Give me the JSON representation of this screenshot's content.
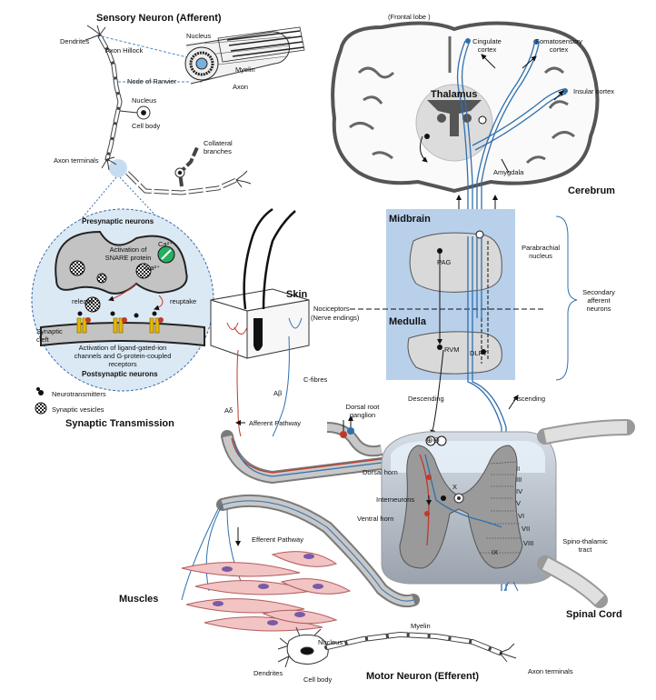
{
  "titles": {
    "sensory_neuron": "Sensory Neuron (Afferent)",
    "synaptic_transmission": "Synaptic Transmission",
    "presynaptic": "Presynaptic neurons",
    "postsynaptic": "Postsynaptic neurons",
    "skin": "Skin",
    "thalamus": "Thalamus",
    "cerebrum": "Cerebrum",
    "midbrain": "Midbrain",
    "medulla": "Medulla",
    "muscles": "Muscles",
    "spinal_cord": "Spinal Cord",
    "motor_neuron": "Motor Neuron (Efferent)"
  },
  "sensory_labels": {
    "dendrites": "Dendrites",
    "axon_hillock": "Axon Hillock",
    "nucleus_top": "Nucleus",
    "myelin": "Myelin",
    "axon": "Axon",
    "node_of_ranvier": "Node of Ranvier",
    "nucleus": "Nucleus",
    "cell_body": "Cell body",
    "collateral_1": "Collateral",
    "collateral_2": "branches",
    "axon_terminals": "Axon terminals"
  },
  "synapse_labels": {
    "activation_snare_1": "Activation of",
    "activation_snare_2": "SNARE protein",
    "ca1": "Ca²⁺",
    "ca2": "Ca²⁺",
    "release": "release",
    "reuptake": "reuptake",
    "synaptic_cleft_1": "Synaptic",
    "synaptic_cleft_2": "cleft",
    "receptor_1": "Activation of ligand-gated-ion",
    "receptor_2": "channels and G-protein-coupled",
    "receptor_3": "receptors"
  },
  "legend": {
    "neurotransmitters": "Neurotransmitters",
    "synaptic_vesicles": "Synaptic vesicles"
  },
  "brain_labels": {
    "frontal_lobe": "(Frontal lobe )",
    "cingulate_1": "Cingulate",
    "cingulate_2": "cortex",
    "somatosensory_1": "Somatosensory",
    "somatosensory_2": "cortex",
    "insular": "Insular cortex",
    "amygdala": "Amygdala"
  },
  "brainstem_labels": {
    "pag": "PAG",
    "parabrachial_1": "Parabrachial",
    "parabrachial_2": "nucleus",
    "secondary_1": "Secondary",
    "secondary_2": "afferent",
    "secondary_3": "neurons",
    "rvm": "RVM",
    "dlpt": "DLPT",
    "descending": "Descending",
    "ascending": "Ascending"
  },
  "periphery_labels": {
    "nociceptors_1": "Nociceptors",
    "nociceptors_2": "(Nerve endings)",
    "c_fibres": "C-fibres",
    "a_delta": "Aδ",
    "a_beta": "Aβ",
    "afferent_pathway": "Afferent Pathway",
    "efferent_pathway": "Efferent Pathway",
    "dorsal_root_1": "Dorsal root",
    "dorsal_root_2": "ganglion",
    "modulation": "⊕⊖"
  },
  "cord_labels": {
    "dorsal_horn": "Dorsal horn",
    "interneurons": "Interneurons",
    "ventral_horn": "Ventral horn",
    "x": "X",
    "lamina_ii": "II",
    "lamina_iii": "III",
    "lamina_iv": "IV",
    "lamina_v": "V",
    "lamina_vi": "VI",
    "lamina_vii": "VII",
    "lamina_viii": "VIII",
    "lamina_ix": "IX",
    "spinothalamic_1": "Spino-thalamic",
    "spinothalamic_2": "tract"
  },
  "motor_labels": {
    "nucleus": "Nucleus",
    "myelin": "Myelin",
    "dendrites": "Dendrites",
    "cell_body": "Cell body",
    "axon_terminals": "Axon terminals"
  },
  "colors": {
    "blue_box": "#b8d0ea",
    "blue_line": "#2f6fae",
    "red_line": "#c0392b",
    "gray_tissue": "#c9c9c9",
    "muscle": "#f2c4c4",
    "muscle_nucleus": "#7a5aa6",
    "synapse_bg": "#dbe9f5",
    "calcium_channel": "#27ae60",
    "receptor": "#e6b800"
  }
}
